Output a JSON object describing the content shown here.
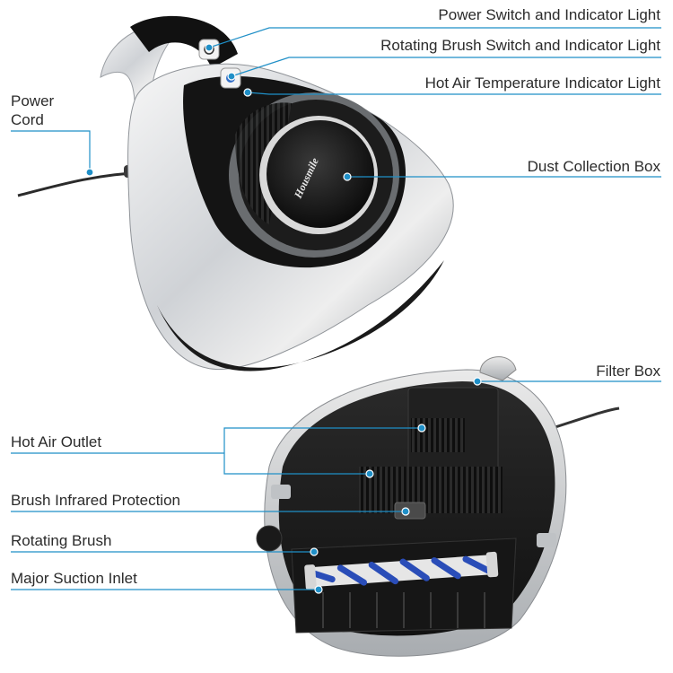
{
  "labels": {
    "power_switch": "Power Switch and Indicator Light",
    "rotating_brush_switch": "Rotating Brush Switch and Indicator Light",
    "hot_air_temp": "Hot Air Temperature Indicator Light",
    "power_cord_line1": "Power",
    "power_cord_line2": "Cord",
    "dust_box": "Dust Collection Box",
    "filter_box": "Filter Box",
    "hot_air_outlet": "Hot Air Outlet",
    "brush_infrared": "Brush Infrared Protection",
    "rotating_brush": "Rotating Brush",
    "suction_inlet": "Major Suction Inlet"
  },
  "brand": "Housmile",
  "colors": {
    "leader_line": "#1f8fc7",
    "dot": "#1f8fc7",
    "text": "#2b2b2b"
  }
}
